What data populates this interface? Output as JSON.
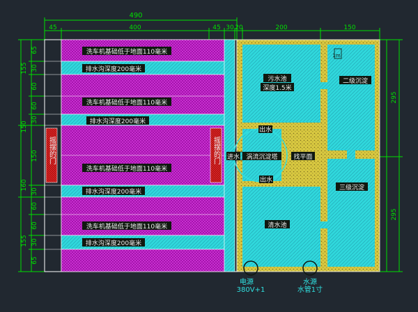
{
  "colors": {
    "background": "#212830",
    "dimension": "#00e000",
    "outline": "#ffffff",
    "wash_bay": "#c010c0",
    "drain": "#30e0e0",
    "wall": "#e0d050",
    "water": "#30e0e0",
    "post": "#d01010",
    "label_box": "#101810",
    "label_text": "#f0f0f0"
  },
  "dimensions": {
    "top_total": "490",
    "top_row": [
      "45",
      "400",
      "45",
      "30",
      "20",
      "200",
      "150"
    ],
    "left": [
      "65",
      "155",
      "30",
      "60",
      "60",
      "150",
      "30",
      "150",
      "160",
      "30",
      "60",
      "60",
      "155",
      "30",
      "65"
    ],
    "right": [
      "295",
      "295"
    ]
  },
  "bays": {
    "wash_label": "洗车机基础低于地面110毫米",
    "drain_label": "排水沟深度200毫米"
  },
  "side_post_label": "摇摆的门",
  "tanks": {
    "sewage_name": "污水池",
    "sewage_depth": "深度1.5米",
    "secondary": "二级沉淀",
    "tertiary": "三级沉淀",
    "clear": "清水池",
    "vortex": "涡流沉淀塔",
    "level": "找平面",
    "inlet": "进水",
    "outlet_top": "出水",
    "outlet_bottom": "出水",
    "small": "1m"
  },
  "utilities": {
    "power_name": "电源",
    "power_spec": "380V+1",
    "water_name": "水源",
    "water_spec": "水管1寸"
  }
}
